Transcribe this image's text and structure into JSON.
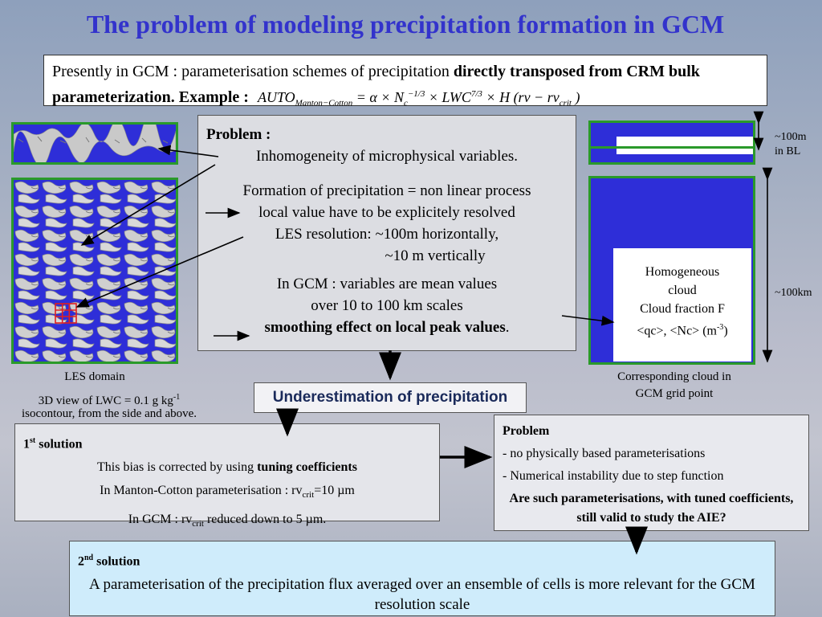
{
  "title": "The problem of modeling precipitation formation in GCM",
  "intro": {
    "text": "Presently in GCM :  parameterisation schemes of precipitation ",
    "bold": "directly transposed from CRM bulk parameterization. Example :",
    "equation": {
      "lhs": "AUTO",
      "lhs_sub": "Manton−Cotton",
      "eq1": " = α × N",
      "n_sub": "c",
      "n_sup": "−1/3",
      "eq2": " × LWC",
      "lwc_sup": "7/3",
      "eq3": " × H (rv − rv",
      "rv_sub": "crit",
      "eq4": " )"
    }
  },
  "problem": {
    "heading": "Problem :",
    "line1": "Inhomogeneity of microphysical variables.",
    "line2": "Formation of precipitation = non linear process",
    "line3": "local value have to be explicitely resolved",
    "line4": "LES resolution: ~100m horizontally,",
    "line5": "~10 m vertically",
    "line6": "In GCM : variables are mean values",
    "line7": "over 10 to 100 km scales",
    "line8": "smoothing effect on local peak values",
    "line8_end": "."
  },
  "les": {
    "caption1": "LES domain",
    "caption2": "3D view of LWC = 0.1 g kg",
    "caption2_sup": "-1",
    "caption3": "isocontour, from the side and above."
  },
  "gcm": {
    "label_bl_1": "~100m",
    "label_bl_2": "in BL",
    "label_km": "~100km",
    "homog1": "Homogeneous",
    "homog2": "cloud",
    "homog3": "Cloud fraction F",
    "homog4": "<qc>, <Nc> (m",
    "homog4_sup": "-3",
    "homog4_end": ")",
    "caption1": "Corresponding cloud in",
    "caption2": "GCM grid point"
  },
  "underestimation": "Underestimation of precipitation",
  "solution1": {
    "heading": "1",
    "heading_sup": "st",
    "heading_end": " solution",
    "line1": "This bias is corrected by using ",
    "line1_bold": "tuning coefficients",
    "line2a": "In Manton-Cotton parameterisation :  rv",
    "line2_sub": "crit",
    "line2b": "=10 µm",
    "line3a": "In GCM : rv",
    "line3_sub": "crit",
    "line3b": " reduced down to 5 µm."
  },
  "problem2": {
    "heading": "Problem",
    "item1": "- no physically based parameterisations",
    "item2": "- Numerical instability due to step function",
    "question": "Are such parameterisations, with tuned coefficients, still valid to study the AIE?"
  },
  "solution2": {
    "heading": "2",
    "heading_sup": "nd",
    "heading_end": " solution",
    "text": "A parameterisation of the precipitation flux averaged over an ensemble of cells is more relevant for the GCM resolution scale"
  },
  "colors": {
    "title": "#3333cc",
    "cloud_blue": "#2e2ed8",
    "frame_green": "#2a9a2a",
    "solution2_bg": "#cfecfb"
  }
}
